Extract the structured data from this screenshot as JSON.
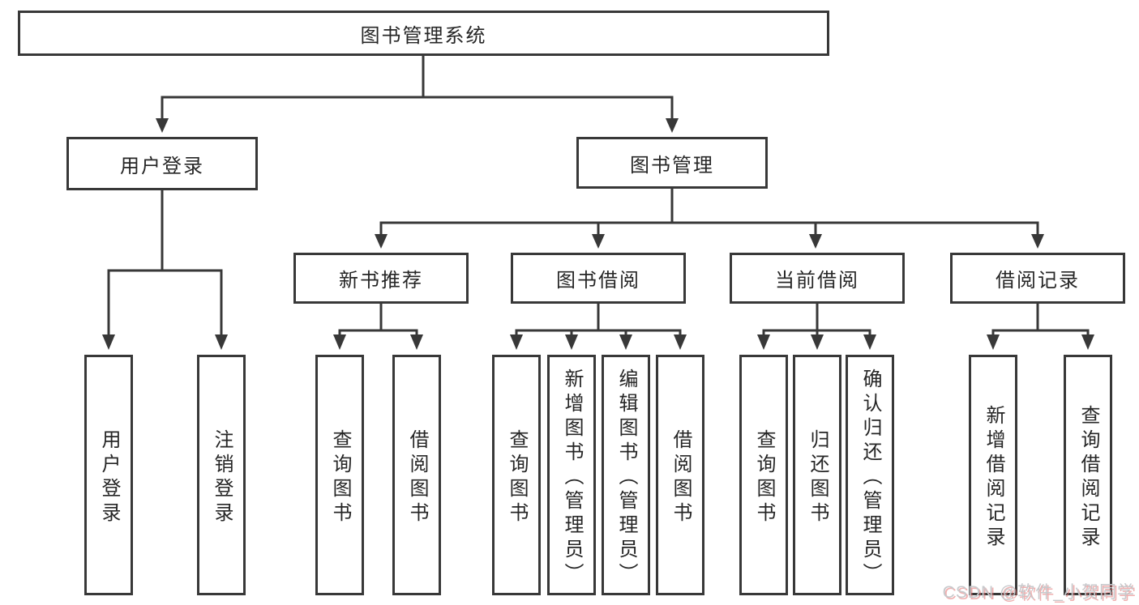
{
  "diagram": {
    "root": "图书管理系统",
    "level2": {
      "user_login": "用户登录",
      "book_mgmt": "图书管理"
    },
    "level3": {
      "new_book_rec": "新书推荐",
      "book_borrow": "图书借阅",
      "current_borrow": "当前借阅",
      "borrow_record": "借阅记录"
    },
    "leaves": {
      "user_login_children": {
        "login": "用户登录",
        "logout": "注销登录"
      },
      "new_book_rec_children": {
        "query": "查询图书",
        "borrow": "借阅图书"
      },
      "book_borrow_children": {
        "query": "查询图书",
        "add": "新增图书（管理员）",
        "edit": "编辑图书（管理员）",
        "borrow": "借阅图书"
      },
      "current_borrow_children": {
        "query": "查询图书",
        "return": "归还图书",
        "confirm": "确认归还（管理员）"
      },
      "borrow_record_children": {
        "add": "新增借阅记录",
        "query": "查询借阅记录"
      }
    },
    "watermark": "CSDN @软件_小贺同学",
    "colors": {
      "line": "#383838",
      "text": "#262626",
      "background": "#ffffff",
      "watermark_gray": "#c7c9cc",
      "watermark_red": "#e26e6e"
    }
  }
}
